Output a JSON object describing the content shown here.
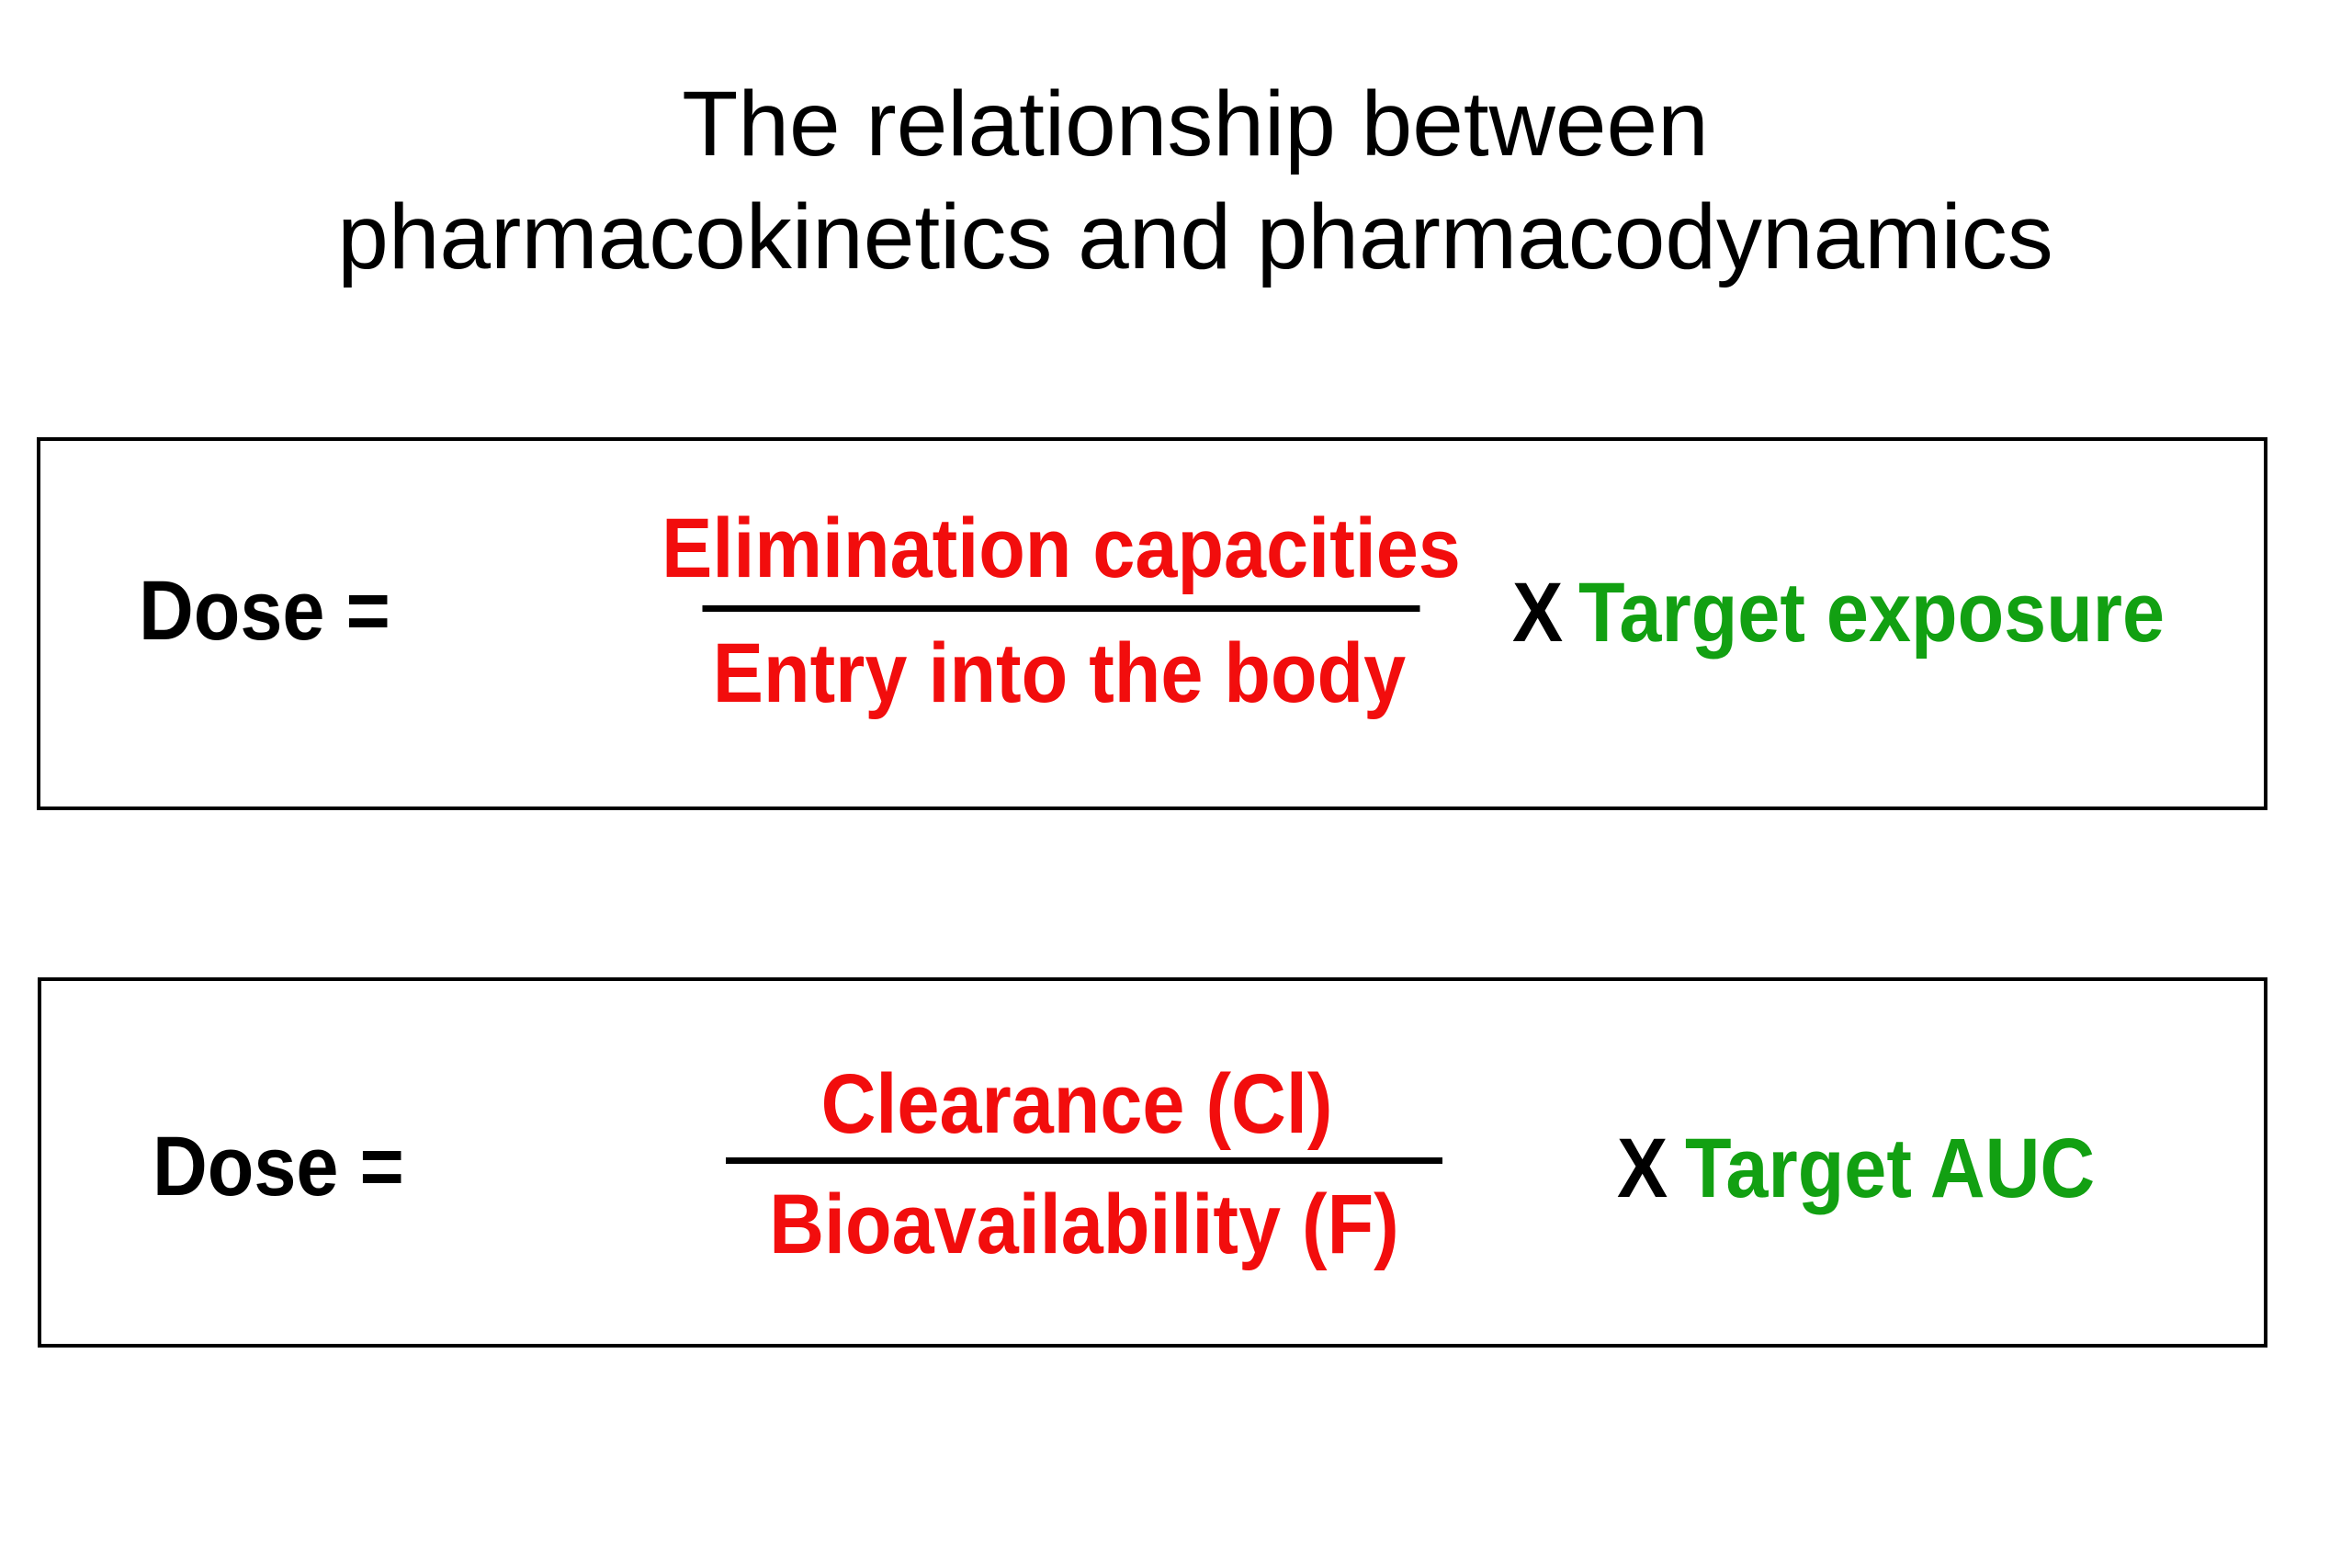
{
  "title": {
    "line1": "The relationship between",
    "line2": "pharmacokinetics and pharmacodynamics"
  },
  "colors": {
    "red": "#f20d0d",
    "green": "#12a012",
    "ink": "#000000"
  },
  "equations": [
    {
      "dose": "Dose =",
      "numerator": "Elimination capacities",
      "denominator": "Entry into the body",
      "operator": "X",
      "target": "Target exposure"
    },
    {
      "dose": "Dose =",
      "numerator": "Clearance (Cl)",
      "denominator": "Bioavailability (F)",
      "operator": "X",
      "target": "Target AUC"
    }
  ]
}
